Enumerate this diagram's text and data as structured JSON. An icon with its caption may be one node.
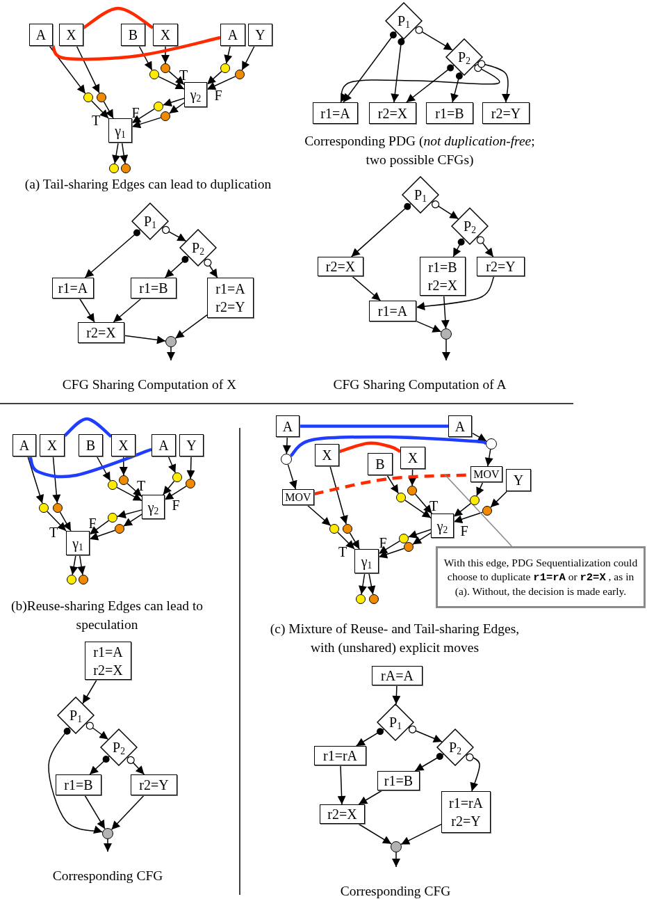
{
  "diagram": {
    "nodes": [
      {
        "text": [
          "A"
        ]
      },
      {
        "text": [
          "X"
        ]
      },
      {
        "text": [
          "B"
        ]
      },
      {
        "text": [
          "X"
        ]
      },
      {
        "text": [
          "A"
        ]
      },
      {
        "text": [
          "Y"
        ]
      },
      {
        "text": [],
        "shape": "circle"
      },
      {
        "text": [],
        "shape": "circle"
      },
      {
        "text": [],
        "shape": "circle"
      },
      {
        "text": [],
        "shape": "circle"
      },
      {
        "text": [],
        "shape": "circle"
      },
      {
        "text": [],
        "shape": "circle"
      },
      {
        "text": [
          "γ$_{2}$"
        ]
      },
      {
        "text": [],
        "shape": "circle"
      },
      {
        "text": [],
        "shape": "circle"
      },
      {
        "text": [
          "γ$_{1}$"
        ]
      },
      {
        "text": [],
        "shape": "circle"
      },
      {
        "text": [],
        "shape": "circle"
      },
      {
        "text": [
          "P$_{1}$"
        ]
      },
      {
        "text": [
          "P$_{2}$"
        ]
      },
      {
        "text": [
          "r1=A"
        ]
      },
      {
        "text": [
          "r2=X"
        ]
      },
      {
        "text": [
          "r1=B"
        ]
      },
      {
        "text": [
          "r2=Y"
        ]
      },
      {
        "text": [
          "P$_{1}$"
        ]
      },
      {
        "text": [
          "P$_{2}$"
        ]
      },
      {
        "text": [
          "r1=A"
        ]
      },
      {
        "text": [
          "r1=B"
        ]
      },
      {
        "text": [
          "r1=A",
          "r2=Y"
        ]
      },
      {
        "text": [
          "r2=X"
        ]
      },
      {
        "text": [],
        "shape": "circle"
      },
      {
        "text": [
          "P$_{1}$"
        ]
      },
      {
        "text": [
          "P$_{2}$"
        ]
      },
      {
        "text": [
          "r2=X"
        ]
      },
      {
        "text": [
          "r1=B",
          "r2=X"
        ]
      },
      {
        "text": [
          "r2=Y"
        ]
      },
      {
        "text": [
          "r1=A"
        ]
      },
      {
        "text": [],
        "shape": "circle"
      },
      {
        "text": [
          "A"
        ]
      },
      {
        "text": [
          "X"
        ]
      },
      {
        "text": [
          "B"
        ]
      },
      {
        "text": [
          "X"
        ]
      },
      {
        "text": [
          "A"
        ]
      },
      {
        "text": [
          "Y"
        ]
      },
      {
        "text": [],
        "shape": "circle"
      },
      {
        "text": [],
        "shape": "circle"
      },
      {
        "text": [],
        "shape": "circle"
      },
      {
        "text": [],
        "shape": "circle"
      },
      {
        "text": [],
        "shape": "circle"
      },
      {
        "text": [],
        "shape": "circle"
      },
      {
        "text": [
          "γ$_{2}$"
        ]
      },
      {
        "text": [],
        "shape": "circle"
      },
      {
        "text": [],
        "shape": "circle"
      },
      {
        "text": [
          "γ$_{1}$"
        ]
      },
      {
        "text": [],
        "shape": "circle"
      },
      {
        "text": [],
        "shape": "circle"
      },
      {
        "text": [
          "r1=A",
          "r2=X"
        ]
      },
      {
        "text": [
          "P$_{1}$"
        ]
      },
      {
        "text": [
          "P$_{2}$"
        ]
      },
      {
        "text": [
          "r1=B"
        ]
      },
      {
        "text": [
          "r2=Y"
        ]
      },
      {
        "text": [],
        "shape": "circle"
      },
      {
        "text": [
          "A"
        ]
      },
      {
        "text": [
          "A"
        ]
      },
      {
        "text": [],
        "shape": "circle"
      },
      {
        "text": [],
        "shape": "circle"
      },
      {
        "text": [
          "X"
        ]
      },
      {
        "text": [
          "B"
        ]
      },
      {
        "text": [
          "X"
        ]
      },
      {
        "text": [
          "MOV"
        ]
      },
      {
        "text": [
          "MOV"
        ]
      },
      {
        "text": [
          "Y"
        ]
      },
      {
        "text": [],
        "shape": "circle"
      },
      {
        "text": [],
        "shape": "circle"
      },
      {
        "text": [],
        "shape": "circle"
      },
      {
        "text": [],
        "shape": "circle"
      },
      {
        "text": [],
        "shape": "circle"
      },
      {
        "text": [],
        "shape": "circle"
      },
      {
        "text": [
          "γ$_{2}$"
        ]
      },
      {
        "text": [],
        "shape": "circle"
      },
      {
        "text": [],
        "shape": "circle"
      },
      {
        "text": [
          "γ$_{1}$"
        ]
      },
      {
        "text": [],
        "shape": "circle"
      },
      {
        "text": [],
        "shape": "circle"
      },
      {
        "text": [
          "With this edge, PDG Sequentialization could choose to duplicate **r1=rA** or **r2=X** , as in (a). Without, the decision is made early."
        ]
      },
      {
        "text": [
          "rA=A"
        ]
      },
      {
        "text": [
          "P$_{1}$"
        ]
      },
      {
        "text": [
          "P$_{2}$"
        ]
      },
      {
        "text": [
          "r1=rA"
        ]
      },
      {
        "text": [
          "r1=B"
        ]
      },
      {
        "text": [
          "r1=rA",
          "r2=Y"
        ]
      },
      {
        "text": [
          "r2=X"
        ]
      },
      {
        "text": [],
        "shape": "circle"
      }
    ],
    "edges": [
      {
        "from": 0,
        "to": 6,
        "arrow": "to"
      },
      {
        "from": 1,
        "to": 7,
        "arrow": "to"
      },
      {
        "from": 6,
        "to": 15,
        "arrow": "to"
      },
      {
        "from": 7,
        "to": 15,
        "arrow": "to"
      },
      {
        "from": 2,
        "to": 8,
        "arrow": "to"
      },
      {
        "from": 3,
        "to": 9,
        "arrow": "to"
      },
      {
        "from": 8,
        "to": 12,
        "arrow": "to"
      },
      {
        "from": 9,
        "to": 12,
        "arrow": "to"
      },
      {
        "from": 4,
        "to": 10,
        "arrow": "to"
      },
      {
        "from": 5,
        "to": 11,
        "arrow": "to"
      },
      {
        "from": 10,
        "to": 12,
        "arrow": "to"
      },
      {
        "from": 11,
        "to": 12,
        "arrow": "to"
      },
      {
        "from": 12,
        "to": 13,
        "arrow": "to"
      },
      {
        "from": 12,
        "to": 14,
        "arrow": "to"
      },
      {
        "from": 13,
        "to": 15,
        "arrow": "to"
      },
      {
        "from": 14,
        "to": 15,
        "arrow": "to"
      },
      {
        "from": 15,
        "to": 16,
        "arrow": "to"
      },
      {
        "from": 15,
        "to": 17,
        "arrow": "to"
      },
      {
        "from": 1,
        "to": 3,
        "arrow": "none",
        "style": "thick",
        "color": "#ff2a00"
      },
      {
        "from": 0,
        "to": 4,
        "arrow": "none",
        "style": "thick",
        "color": "#ff2a00"
      },
      {
        "from": 18,
        "to": 20,
        "arrow": "to"
      },
      {
        "from": 18,
        "to": 21,
        "arrow": "to"
      },
      {
        "from": 18,
        "to": 19,
        "arrow": "to"
      },
      {
        "from": 19,
        "to": 21,
        "arrow": "to"
      },
      {
        "from": 19,
        "to": 22,
        "arrow": "to"
      },
      {
        "from": 19,
        "to": 20,
        "arrow": "to"
      },
      {
        "from": 19,
        "to": 23,
        "arrow": "to"
      },
      {
        "from": 24,
        "to": 26,
        "arrow": "to"
      },
      {
        "from": 24,
        "to": 25,
        "arrow": "to"
      },
      {
        "from": 25,
        "to": 27,
        "arrow": "to"
      },
      {
        "from": 25,
        "to": 28,
        "arrow": "to"
      },
      {
        "from": 26,
        "to": 29,
        "arrow": "to"
      },
      {
        "from": 27,
        "to": 29,
        "arrow": "to"
      },
      {
        "from": 29,
        "to": 30,
        "arrow": "to"
      },
      {
        "from": 28,
        "to": 30,
        "arrow": "to"
      },
      {
        "from": 30,
        "to": null,
        "arrow": "to"
      },
      {
        "from": 31,
        "to": 33,
        "arrow": "to"
      },
      {
        "from": 31,
        "to": 32,
        "arrow": "to"
      },
      {
        "from": 32,
        "to": 34,
        "arrow": "to"
      },
      {
        "from": 32,
        "to": 35,
        "arrow": "to"
      },
      {
        "from": 33,
        "to": 36,
        "arrow": "to"
      },
      {
        "from": 35,
        "to": 36,
        "arrow": "to"
      },
      {
        "from": 34,
        "to": 37,
        "arrow": "to"
      },
      {
        "from": 36,
        "to": 37,
        "arrow": "to"
      },
      {
        "from": 37,
        "to": null,
        "arrow": "to"
      },
      {
        "from": 38,
        "to": 44,
        "arrow": "to"
      },
      {
        "from": 39,
        "to": 45,
        "arrow": "to"
      },
      {
        "from": 44,
        "to": 53,
        "arrow": "to"
      },
      {
        "from": 45,
        "to": 53,
        "arrow": "to"
      },
      {
        "from": 40,
        "to": 46,
        "arrow": "to"
      },
      {
        "from": 41,
        "to": 47,
        "arrow": "to"
      },
      {
        "from": 46,
        "to": 50,
        "arrow": "to"
      },
      {
        "from": 47,
        "to": 50,
        "arrow": "to"
      },
      {
        "from": 42,
        "to": 48,
        "arrow": "to"
      },
      {
        "from": 43,
        "to": 49,
        "arrow": "to"
      },
      {
        "from": 48,
        "to": 50,
        "arrow": "to"
      },
      {
        "from": 49,
        "to": 50,
        "arrow": "to"
      },
      {
        "from": 50,
        "to": 51,
        "arrow": "to"
      },
      {
        "from": 50,
        "to": 52,
        "arrow": "to"
      },
      {
        "from": 51,
        "to": 53,
        "arrow": "to"
      },
      {
        "from": 52,
        "to": 53,
        "arrow": "to"
      },
      {
        "from": 53,
        "to": 54,
        "arrow": "to"
      },
      {
        "from": 53,
        "to": 55,
        "arrow": "to"
      },
      {
        "from": 39,
        "to": 41,
        "arrow": "none",
        "style": "thick",
        "color": "#1f3dff"
      },
      {
        "from": 38,
        "to": 42,
        "arrow": "none",
        "style": "thick",
        "color": "#1f3dff"
      },
      {
        "from": 56,
        "to": 57,
        "arrow": "to"
      },
      {
        "from": 57,
        "to": 61,
        "arrow": "to"
      },
      {
        "from": 57,
        "to": 58,
        "arrow": "to"
      },
      {
        "from": 58,
        "to": 59,
        "arrow": "to"
      },
      {
        "from": 58,
        "to": 60,
        "arrow": "to"
      },
      {
        "from": 59,
        "to": 61,
        "arrow": "to"
      },
      {
        "from": 60,
        "to": 61,
        "arrow": "to"
      },
      {
        "from": 61,
        "to": null,
        "arrow": "to"
      },
      {
        "from": 62,
        "to": 64,
        "arrow": "to"
      },
      {
        "from": 63,
        "to": 65,
        "arrow": "to"
      },
      {
        "from": 64,
        "to": 69,
        "arrow": "to"
      },
      {
        "from": 65,
        "to": 70,
        "arrow": "to"
      },
      {
        "from": 69,
        "to": 72,
        "arrow": "to"
      },
      {
        "from": 66,
        "to": 73,
        "arrow": "to"
      },
      {
        "from": 72,
        "to": 81,
        "arrow": "to"
      },
      {
        "from": 73,
        "to": 81,
        "arrow": "to"
      },
      {
        "from": 67,
        "to": 74,
        "arrow": "to"
      },
      {
        "from": 68,
        "to": 75,
        "arrow": "to"
      },
      {
        "from": 74,
        "to": 78,
        "arrow": "to"
      },
      {
        "from": 75,
        "to": 78,
        "arrow": "to"
      },
      {
        "from": 70,
        "to": 76,
        "arrow": "to"
      },
      {
        "from": 71,
        "to": 77,
        "arrow": "to"
      },
      {
        "from": 76,
        "to": 78,
        "arrow": "to"
      },
      {
        "from": 77,
        "to": 78,
        "arrow": "to"
      },
      {
        "from": 78,
        "to": 79,
        "arrow": "to"
      },
      {
        "from": 78,
        "to": 80,
        "arrow": "to"
      },
      {
        "from": 79,
        "to": 81,
        "arrow": "to"
      },
      {
        "from": 80,
        "to": 81,
        "arrow": "to"
      },
      {
        "from": 81,
        "to": 82,
        "arrow": "to"
      },
      {
        "from": 81,
        "to": 83,
        "arrow": "to"
      },
      {
        "from": 62,
        "to": 63,
        "arrow": "none",
        "style": "thick",
        "color": "#1f3dff"
      },
      {
        "from": 64,
        "to": 65,
        "arrow": "none",
        "style": "thick",
        "color": "#1f3dff"
      },
      {
        "from": 66,
        "to": 68,
        "arrow": "none",
        "style": "thick",
        "color": "#ff2a00"
      },
      {
        "from": 69,
        "to": 70,
        "arrow": "none",
        "style": "dashed",
        "color": "#ff2a00"
      },
      {
        "from": 84,
        "to": null,
        "arrow": "none",
        "color": "#888888"
      },
      {
        "from": 85,
        "to": 86,
        "arrow": "to"
      },
      {
        "from": 86,
        "to": 88,
        "arrow": "to"
      },
      {
        "from": 86,
        "to": 87,
        "arrow": "to"
      },
      {
        "from": 87,
        "to": 89,
        "arrow": "to"
      },
      {
        "from": 87,
        "to": 90,
        "arrow": "to"
      },
      {
        "from": 88,
        "to": 91,
        "arrow": "to"
      },
      {
        "from": 89,
        "to": 91,
        "arrow": "to"
      },
      {
        "from": 91,
        "to": 92,
        "arrow": "to"
      },
      {
        "from": 90,
        "to": 92,
        "arrow": "to"
      },
      {
        "from": 92,
        "to": null,
        "arrow": "to"
      }
    ],
    "labels": [
      "T",
      "F",
      "F",
      "T",
      "Corresponding PDG (*not duplication-free*; two possible CFGs)",
      "(a) Tail-sharing Edges can lead to duplication",
      "CFG Sharing Computation of X",
      "CFG Sharing Computation of A",
      "T",
      "F",
      "F",
      "T",
      "(b)Reuse-sharing Edges can lead to speculation",
      "T",
      "F",
      "F",
      "T",
      "(c) Mixture of Reuse- and Tail-sharing Edges, with (unshared) explicit moves",
      "Corresponding CFG",
      "Corresponding CFG"
    ]
  }
}
